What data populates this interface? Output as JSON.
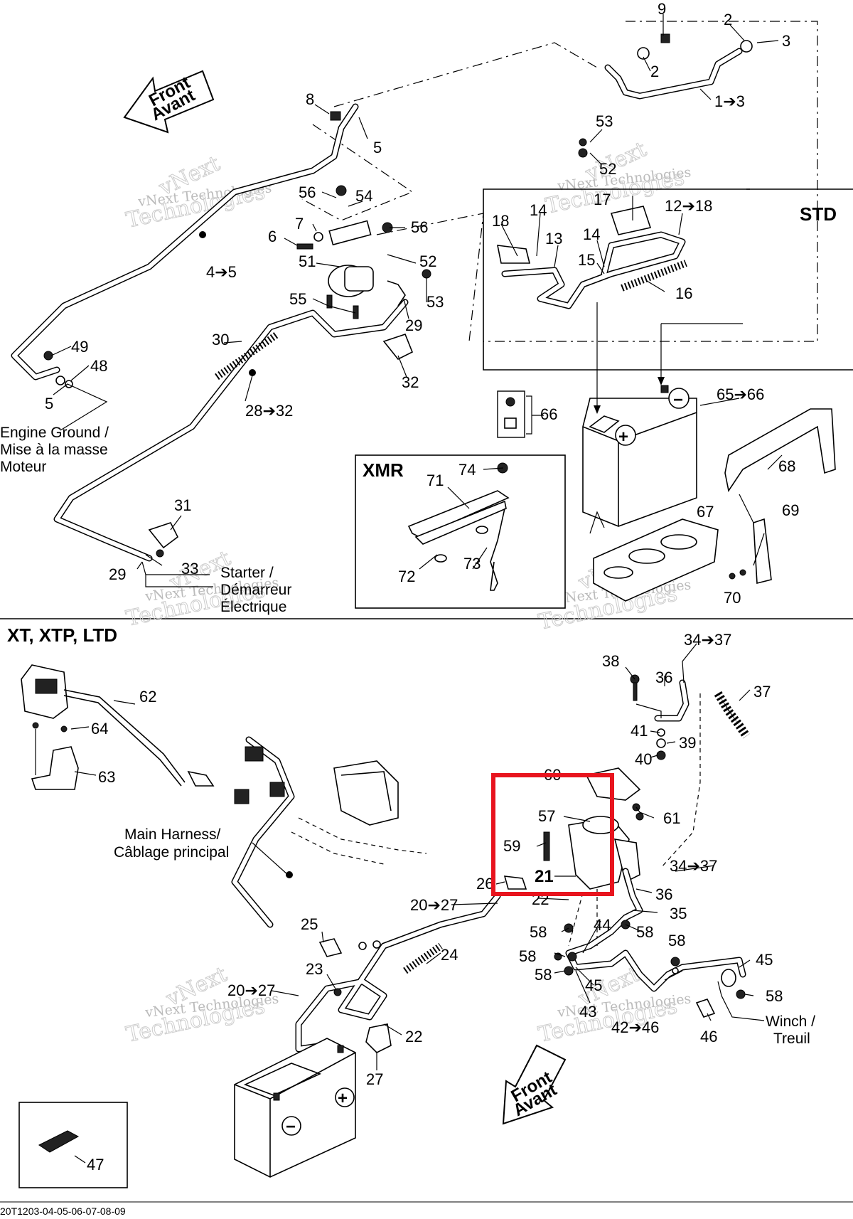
{
  "sections": {
    "std": "STD",
    "xmr": "XMR",
    "xt": "XT, XTP, LTD"
  },
  "arrows": {
    "front_top_line1": "Front",
    "front_top_line2": "Avant",
    "front_bottom_line1": "Front",
    "front_bottom_line2": "Avant"
  },
  "notes": {
    "engine_ground": [
      "Engine Ground /",
      "Mise à la masse",
      "Moteur"
    ],
    "starter": [
      "Starter /",
      "Démarreur",
      "Électrique"
    ],
    "main_harness": [
      "Main Harness/",
      "Câblage principal"
    ],
    "winch": [
      "Winch /",
      "Treuil"
    ]
  },
  "watermarks": {
    "brand": "vNext Technologies",
    "big_line1": "vNext",
    "big_line2": "Technologies"
  },
  "callouts": {
    "c9": "9",
    "c2a": "2",
    "c3": "3",
    "c2b": "2",
    "c1to3": "1➔3",
    "c8": "8",
    "c5a": "5",
    "c56a": "56",
    "c54": "54",
    "c7": "7",
    "c56b": "56",
    "c6": "6",
    "c51": "51",
    "c52a": "52",
    "c53a": "53",
    "c55": "55",
    "c29a": "29",
    "c4to5": "4➔5",
    "c32": "32",
    "c30": "30",
    "c28to32": "28➔32",
    "c49": "49",
    "c48": "48",
    "c5b": "5",
    "c31": "31",
    "c33": "33",
    "c29b": "29",
    "c53b": "53",
    "c52b": "52",
    "c17": "17",
    "c12to18": "12➔18",
    "c14a": "14",
    "c18": "18",
    "c13": "13",
    "c14b": "14",
    "c15": "15",
    "c16": "16",
    "c66": "66",
    "c65to66": "65➔66",
    "c68": "68",
    "c67": "67",
    "c69": "69",
    "c70": "70",
    "c74": "74",
    "c71": "71",
    "c72": "72",
    "c73": "73",
    "c34to37a": "34➔37",
    "c38": "38",
    "c36a": "36",
    "c37": "37",
    "c41": "41",
    "c39": "39",
    "c40": "40",
    "c62": "62",
    "c64": "64",
    "c63": "63",
    "c60": "60",
    "c57": "57",
    "c61": "61",
    "c59": "59",
    "c34to37b": "34➔37",
    "c26": "26",
    "c21": "21",
    "c22a": "22",
    "c36b": "36",
    "c35": "35",
    "c20to27a": "20➔27",
    "c58a": "58",
    "c44": "44",
    "c58b": "58",
    "c58c": "58",
    "c58d": "58",
    "c58e": "58",
    "c45a": "45",
    "c45b": "45",
    "c58f": "58",
    "c25": "25",
    "c24": "24",
    "c23": "23",
    "c20to27b": "20➔27",
    "c43": "43",
    "c42to46": "42➔46",
    "c46": "46",
    "c22b": "22",
    "c27": "27",
    "c47": "47"
  },
  "footer": "20T1203-04-05-06-07-08-09",
  "highlight": {
    "color": "#e8141e",
    "meaning": "highlighted solenoid group"
  }
}
